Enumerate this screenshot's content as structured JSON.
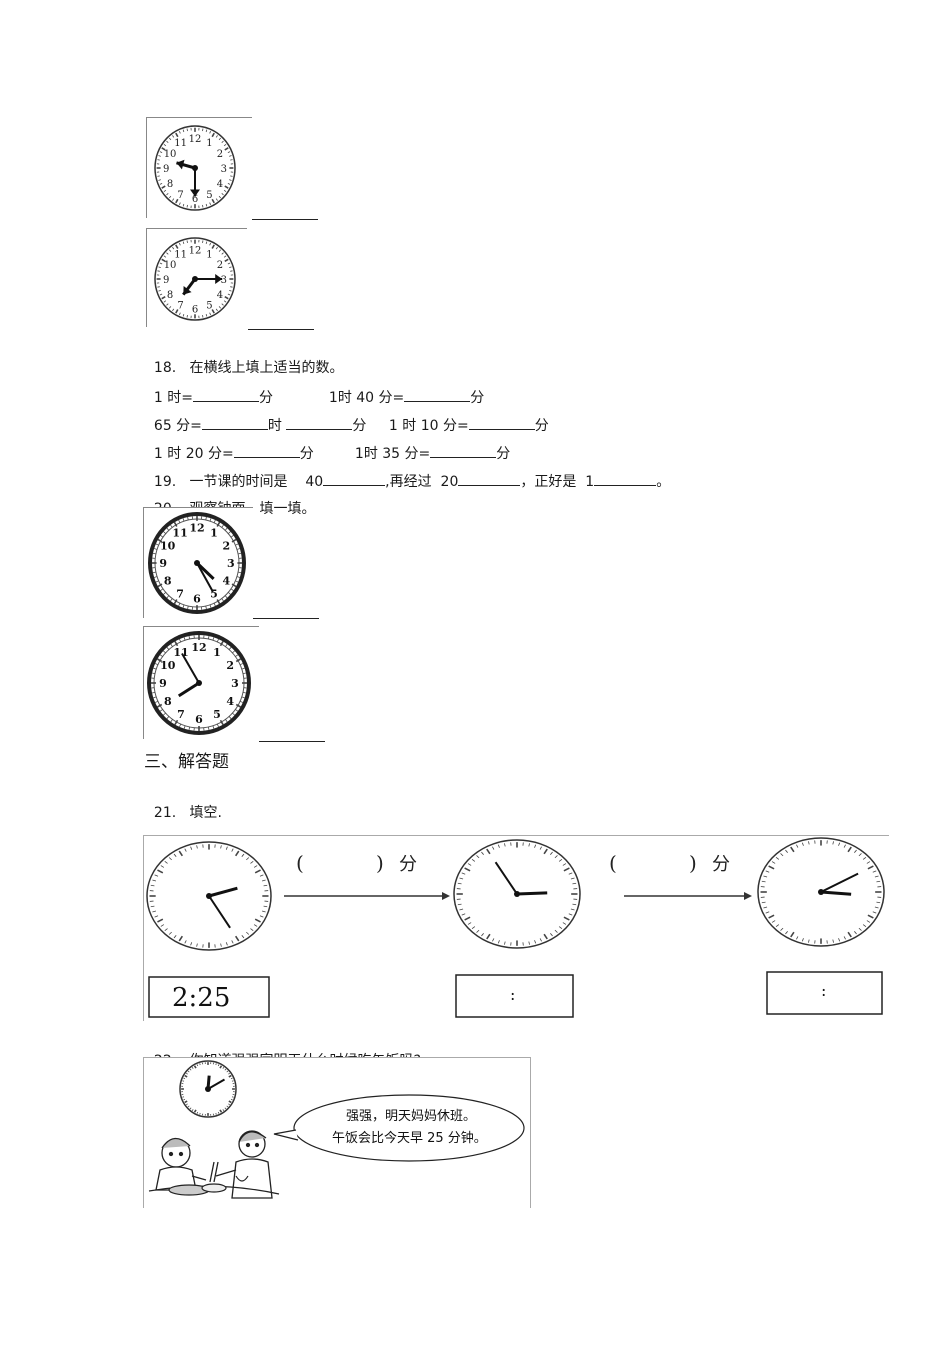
{
  "q17": {
    "clock1": {
      "hour": 9,
      "minute": 30
    },
    "clock2": {
      "hour": 7,
      "minute": 15
    }
  },
  "q18": {
    "num": "18.",
    "text": "在横线上填上适当的数。",
    "row1a": "1 时=",
    "row1a_unit": "分",
    "row1b": "1时 40 分=",
    "row1b_unit": "分",
    "row2a": "65 分=",
    "row2a_mid": "时",
    "row2a_unit": "分",
    "row2b": "1 时 10 分=",
    "row2b_unit": "分",
    "row3a": "1 时 20 分=",
    "row3a_unit": "分",
    "row3b": "1时 35 分=",
    "row3b_unit": "分"
  },
  "q19": {
    "num": "19.",
    "text": "一节课的时间是",
    "v1": "40",
    "mid": ",再经过",
    "v2": "20",
    "mid2": "，正好是",
    "v3": "1",
    "end": "。"
  },
  "q20": {
    "num": "20.",
    "text": "观察钟面，填一填。",
    "clock1": {
      "hour": 4,
      "minute": 25
    },
    "clock2": {
      "hour": 7,
      "minute": 55
    }
  },
  "section3": {
    "title": "三、解答题"
  },
  "q21": {
    "num": "21.",
    "text": "填空.",
    "paren_left": "(",
    "paren_right": ")",
    "unit": "分",
    "box1": "2:25",
    "box2": ":",
    "box3": ":",
    "clocks": [
      {
        "hour": 2,
        "minute": 25
      },
      {
        "hour": 2,
        "minute": 55
      },
      {
        "hour": 3,
        "minute": 10
      }
    ]
  },
  "q22": {
    "num": "22.",
    "text": "你知道强强家明天什么时候吃午饭吗?",
    "bubble_line1": "强强，明天妈妈休班。",
    "bubble_line2": "午饭会比今天早 25 分钟。",
    "clock": {
      "hour": 12,
      "minute": 10
    }
  }
}
